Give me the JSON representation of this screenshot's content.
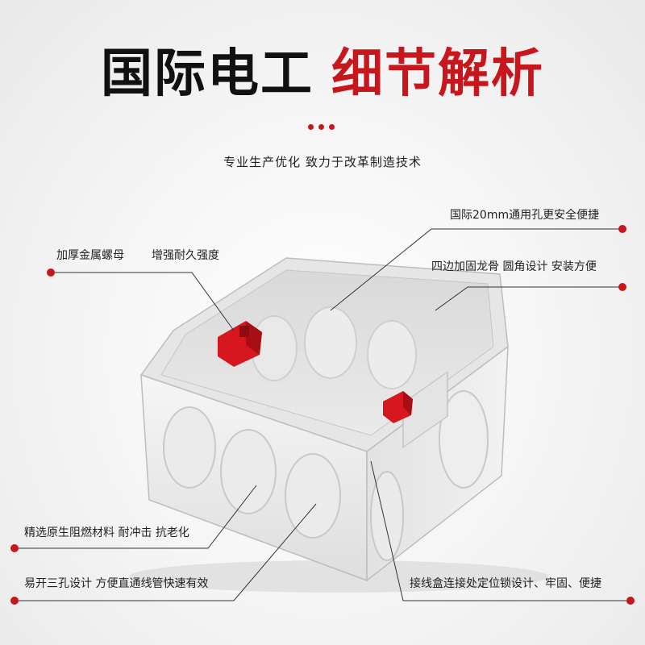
{
  "title": {
    "left": "国际电工",
    "right": "细节解析"
  },
  "subtitle": "专业生产优化 致力于改革制造技术",
  "callouts": {
    "hole_20mm": "国际20mm通用孔更安全便捷",
    "metal_nut": "加厚金属螺母",
    "durability": "增强耐久强度",
    "frame": "四边加固龙骨 圆角设计 安装方便",
    "material": "精选原生阻燃材料 耐冲击 抗老化",
    "three_holes": "易开三孔设计 方便直通线管快速有效",
    "connection": "接线盒连接处定位锁设计、牢固、便捷"
  },
  "colors": {
    "accent": "#c8161d",
    "text": "#222222",
    "box": "#eeeeee"
  }
}
